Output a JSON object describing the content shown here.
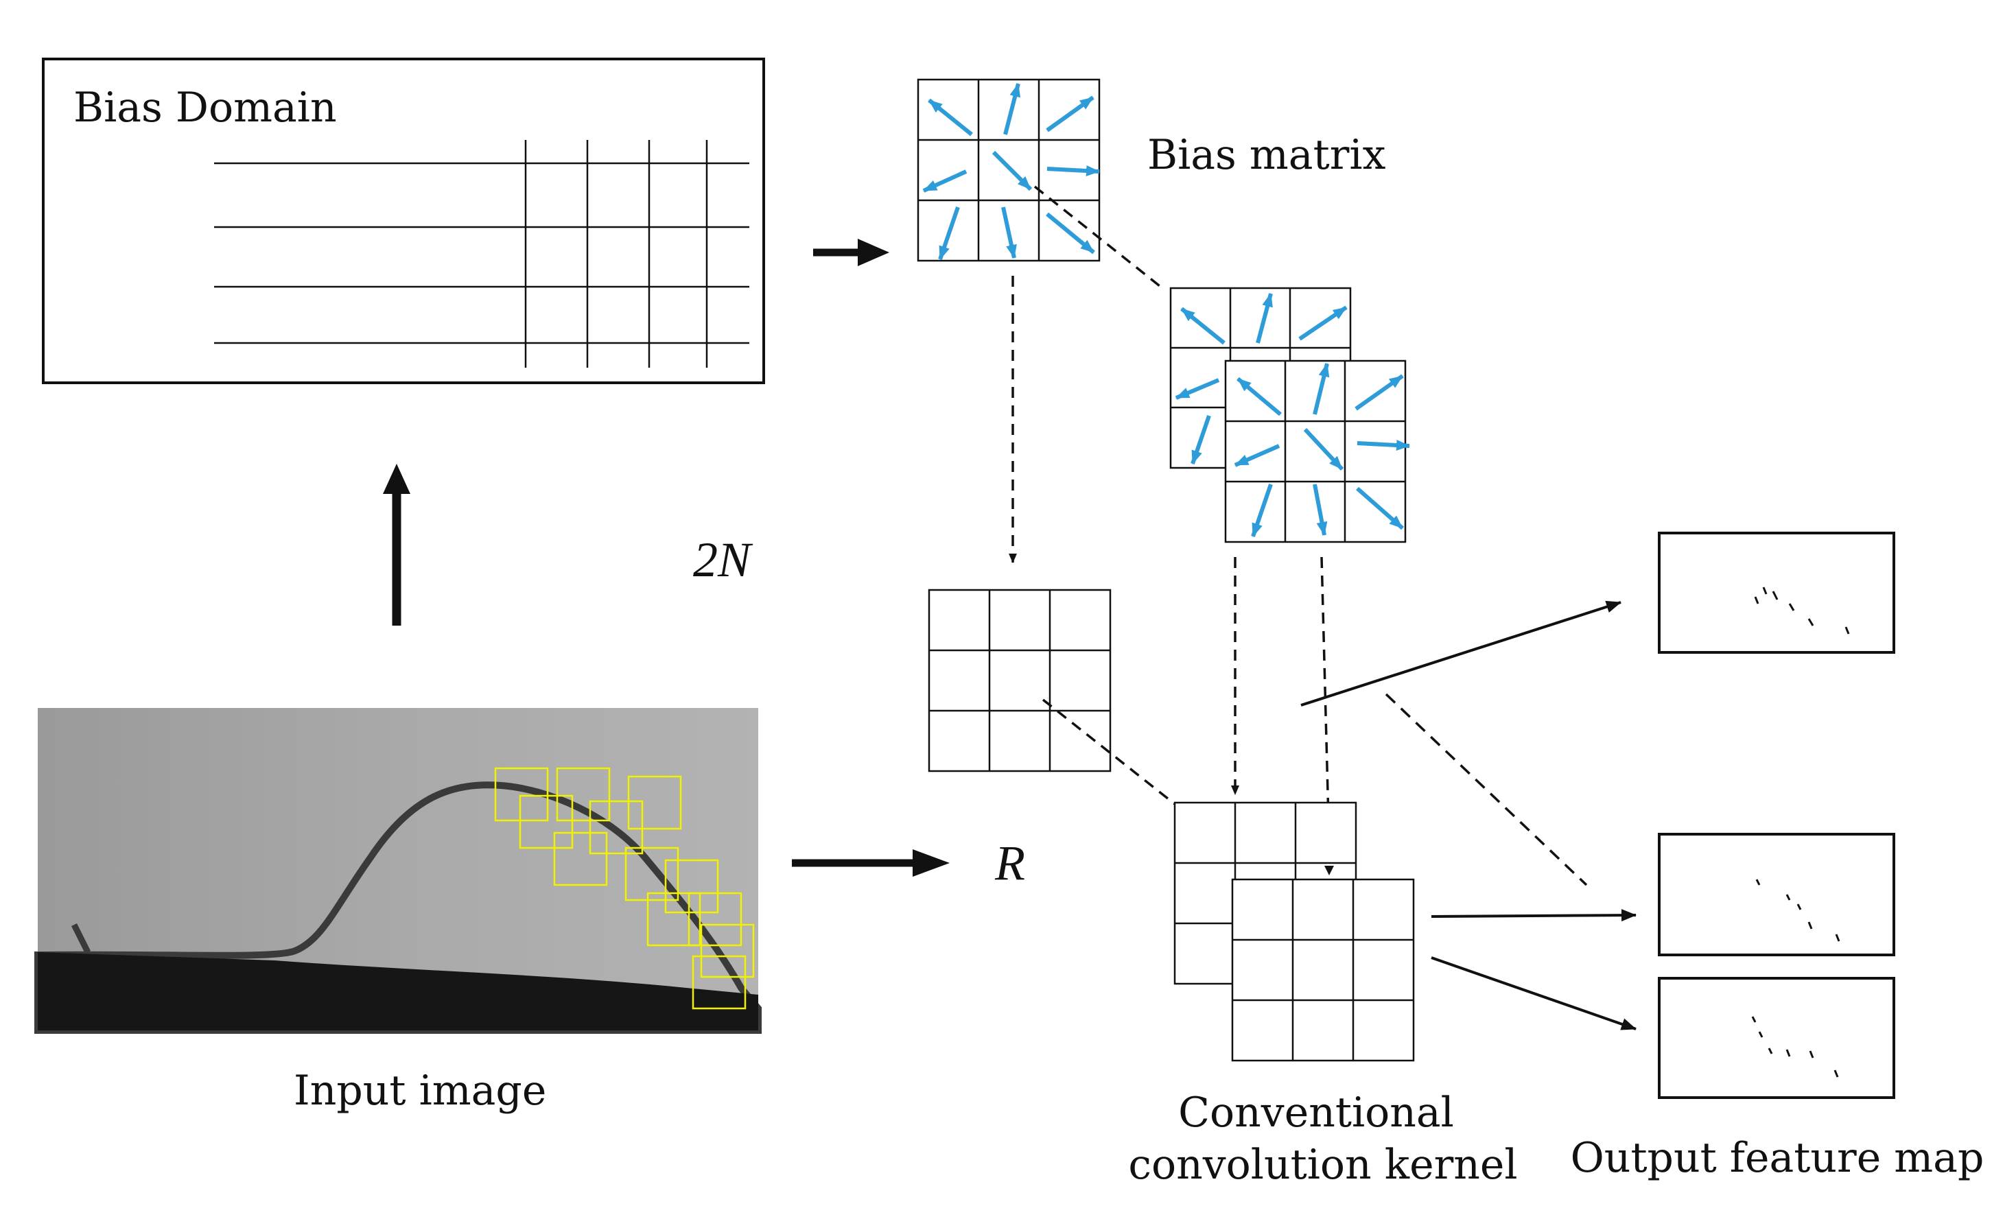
{
  "labels": {
    "bias_domain": "Bias Domain",
    "bias_matrix": "Bias matrix",
    "two_n": "2N",
    "r": "R",
    "input_image": "Input image",
    "conv_kernel_line1": "Conventional",
    "conv_kernel_line2": "convolution kernel",
    "output_feature_map": "Output feature map"
  },
  "colors": {
    "offset_arrow": "#2d9cd8",
    "sampling_box": "#f2f200",
    "line": "#111111"
  },
  "icons": {
    "offset_arrow": "offset-arrow-icon",
    "flow_arrow": "flow-arrow-icon"
  }
}
